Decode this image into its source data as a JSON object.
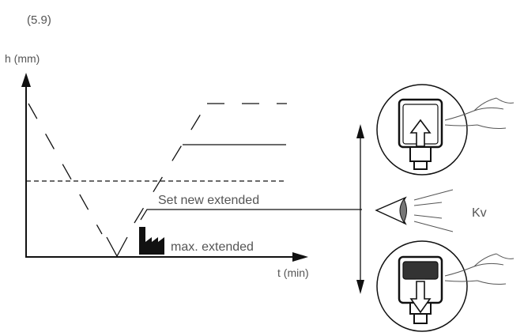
{
  "figure_number": "(5.9)",
  "axes": {
    "y_label": "h (mm)",
    "x_label": "t (min)"
  },
  "labels": {
    "set_new_extended": "Set new extended",
    "max_extended": "max. extended",
    "kv": "Kv"
  },
  "icons": {
    "factory": "factory-icon",
    "eye": "eye-icon",
    "device_top": "device-push-up-icon",
    "device_bottom": "device-push-down-icon",
    "hand": "pointing-hand-icon"
  }
}
